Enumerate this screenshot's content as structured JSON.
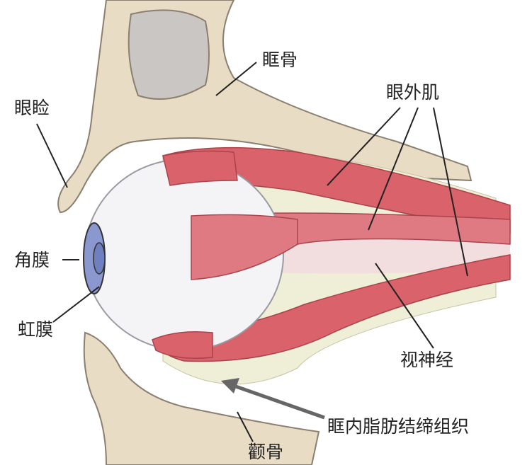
{
  "labels": {
    "orbital_bone": "眶骨",
    "eyelid": "眼睑",
    "extraocular_muscles": "眼外肌",
    "cornea": "角膜",
    "iris": "虹膜",
    "optic_nerve": "视神经",
    "orbital_fat": "眶内脂肪结缔组织",
    "zygomatic_bone": "颧骨"
  },
  "colors": {
    "bone": "#e9dcc4",
    "bone_outline": "#8a7f70",
    "cavity": "#c9c6c3",
    "muscle": "#d9626b",
    "muscle_light": "#eea0a4",
    "fat": "#efeed6",
    "eyeball": "#f4f4f6",
    "iris": "#6f7fc0"
  }
}
